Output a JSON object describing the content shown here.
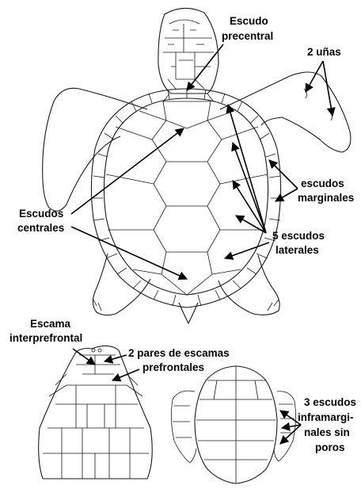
{
  "labels": {
    "escudo_precentral": [
      "Escudo",
      "precentral"
    ],
    "unas": "2 uñas",
    "escudos_marginales": [
      "escudos",
      "marginales"
    ],
    "escudos_centrales": [
      "Escudos",
      "centrales"
    ],
    "escudos_laterales": [
      "5 escudos",
      "laterales"
    ],
    "escama_interprefrontal": [
      "Escama",
      "interprefrontal"
    ],
    "escamas_prefrontales": [
      "2 pares de escamas",
      "prefrontales"
    ],
    "escudos_inframarginales": [
      "3 escudos",
      "inframargi-",
      "nales sin",
      "poros"
    ]
  }
}
